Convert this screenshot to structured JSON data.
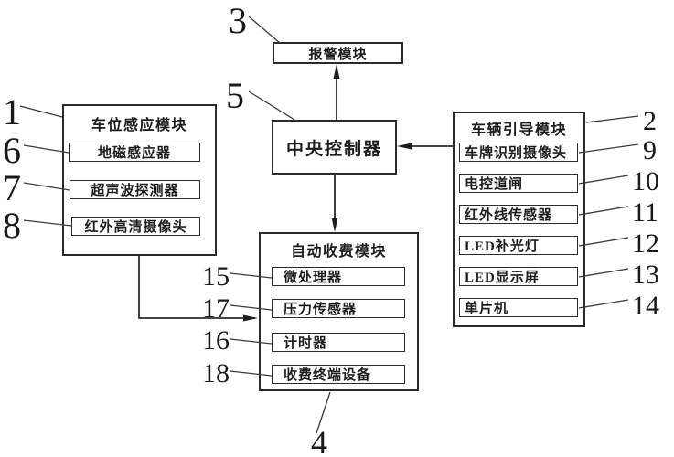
{
  "diagram_type": "block-diagram",
  "line_color": "#2b2b2b",
  "background": "#ffffff",
  "modules": {
    "alarm": {
      "ref": "3",
      "label": "报警模块"
    },
    "central": {
      "ref": "5",
      "label": "中央控制器"
    },
    "parking": {
      "ref": "1",
      "label": "车位感应模块",
      "items": [
        {
          "ref": "6",
          "label": "地磁感应器"
        },
        {
          "ref": "7",
          "label": "超声波探测器"
        },
        {
          "ref": "8",
          "label": "红外高清摄像头"
        }
      ]
    },
    "guidance": {
      "ref": "2",
      "label": "车辆引导模块",
      "items": [
        {
          "ref": "9",
          "label": "车牌识别摄像头"
        },
        {
          "ref": "10",
          "label": "电控道闸"
        },
        {
          "ref": "11",
          "label": "红外线传感器"
        },
        {
          "ref": "12",
          "label": "LED补光灯"
        },
        {
          "ref": "13",
          "label": "LED显示屏"
        },
        {
          "ref": "14",
          "label": "单片机"
        }
      ]
    },
    "charging": {
      "ref": "4",
      "label": "自动收费模块",
      "items": [
        {
          "ref": "15",
          "label": "微处理器"
        },
        {
          "ref": "17",
          "label": "压力传感器"
        },
        {
          "ref": "16",
          "label": "计时器"
        },
        {
          "ref": "18",
          "label": "收费终端设备"
        }
      ]
    }
  },
  "connections": [
    {
      "from": "中央控制器",
      "to": "报警模块",
      "arrow": "up"
    },
    {
      "from": "车辆引导模块",
      "to": "中央控制器",
      "arrow": "left"
    },
    {
      "from": "中央控制器",
      "to": "自动收费模块",
      "arrow": "down"
    },
    {
      "from": "车位感应模块",
      "to": "自动收费模块",
      "arrow": "right"
    }
  ]
}
